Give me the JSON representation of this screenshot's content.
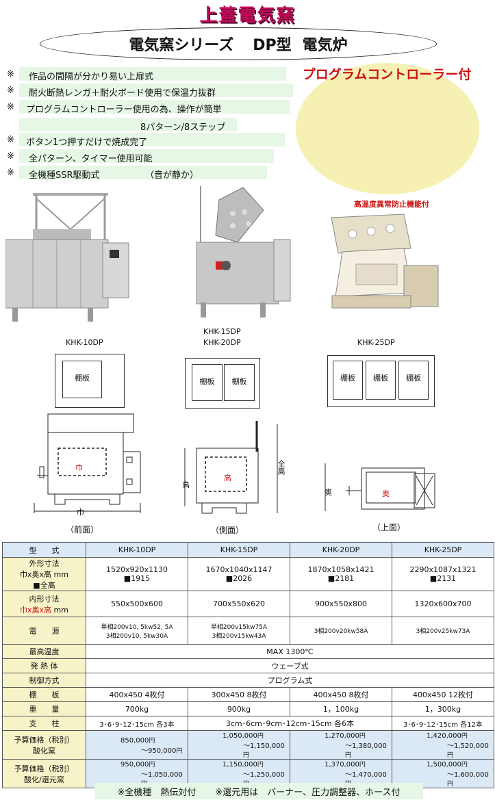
{
  "brand": "上蓋電気窯",
  "banner": {
    "part1": "電気窯シリーズ",
    "part2": "DP型",
    "part3": "電気炉"
  },
  "features": [
    {
      "mark": "※",
      "text": "作品の間隔が分かり易い上扉式"
    },
    {
      "mark": "※",
      "text": "耐火断熱レンガ＋耐火ボード使用で保温力抜群"
    },
    {
      "mark": "※",
      "text": "プログラムコントローラー使用の為、操作が簡単"
    },
    {
      "mark": "",
      "text": "8パターン/8ステップ"
    },
    {
      "mark": "※",
      "text": "ボタン1つ押すだけで焼成完了"
    },
    {
      "mark": "※",
      "text": "全パターン、タイマー使用可能"
    },
    {
      "mark": "※",
      "text": "全機種SSR駆動式"
    },
    {
      "mark": "",
      "text": "（音が静か）"
    }
  ],
  "program_label": "プログラムコントローラー付",
  "safety_label": "高温度異常防止機能付",
  "models": {
    "m1": "KHK-10DP",
    "m2": "KHK-15DP",
    "m3": "KHK-20DP",
    "m4": "KHK-25DP"
  },
  "shelf_label": "棚板",
  "diagram": {
    "width": "巾",
    "depth": "奥",
    "height": "高",
    "total_height": "全高",
    "front": "（前面）",
    "side": "（側面）",
    "top": "（上面）"
  },
  "table": {
    "headers": [
      "型　　式",
      "KHK-10DP",
      "KHK-15DP",
      "KHK-20DP",
      "KHK-25DP"
    ],
    "outer": {
      "label1": "外形寸法",
      "label2": "巾x奥x高 mm",
      "label3": "■全高",
      "values": [
        [
          "1520x920x1130",
          "■1915"
        ],
        [
          "1670x1040x1147",
          "■2026"
        ],
        [
          "1870x1058x1421",
          "■2181"
        ],
        [
          "2290x1087x1321",
          "■2131"
        ]
      ]
    },
    "inner": {
      "label1": "内形寸法",
      "label2": "巾x奥x高",
      "label3": "mm",
      "values": [
        "550x500x600",
        "700x550x620",
        "900x550x800",
        "1320x600x700"
      ]
    },
    "power": {
      "label": "電　　源",
      "values": [
        [
          "単相200v10, 5kw52, 5A",
          "3相200v10, 5kw30A"
        ],
        [
          "単相200v15kw75A",
          "3相200v15kw43A"
        ],
        [
          "3相200v20kw58A"
        ],
        [
          "3相200v25kw73A"
        ]
      ]
    },
    "maxtemp": {
      "label": "最高温度",
      "value": "MAX 1300℃"
    },
    "heater": {
      "label": "発 熱 体",
      "value": "ウェーブ式"
    },
    "control": {
      "label": "制御方式",
      "value": "プログラム式"
    },
    "shelf": {
      "label": "棚　　板",
      "values": [
        "400x450 4枚付",
        "300x450 8枚付",
        "400x450 8枚付",
        "400x450 12枚付"
      ]
    },
    "weight": {
      "label": "重　　量",
      "values": [
        "700kg",
        "900kg",
        "1，100kg",
        "1，300kg"
      ]
    },
    "pillar": {
      "label": "支　　柱",
      "v1": "3･6･9･12･15cm 各3本",
      "v2": "3cm･6cm･9cm･12cm･15cm 各6本",
      "v4": "3･6･9･12･15cm 各12本"
    },
    "price1": {
      "label1": "予算価格（税別）",
      "label2": "酸化窯",
      "values": [
        [
          "850,000",
          "～950,000"
        ],
        [
          "1,050,000",
          "～1,150,000"
        ],
        [
          "1,270,000",
          "～1,380,000"
        ],
        [
          "1,420,000",
          "～1,520,000"
        ]
      ]
    },
    "price2": {
      "label1": "予算価格（税別）",
      "label2": "酸化/還元窯",
      "values": [
        [
          "950,000",
          "～1,050,000"
        ],
        [
          "1,150,000",
          "～1,250,000"
        ],
        [
          "1,370,000",
          "～1,470,000"
        ],
        [
          "1,500,000",
          "～1,600,000"
        ]
      ]
    },
    "yen": "円"
  },
  "footer": {
    "left": "※全機種　熱伝対付",
    "right": "※還元用は　バーナー、圧力調整器、ホース付"
  }
}
